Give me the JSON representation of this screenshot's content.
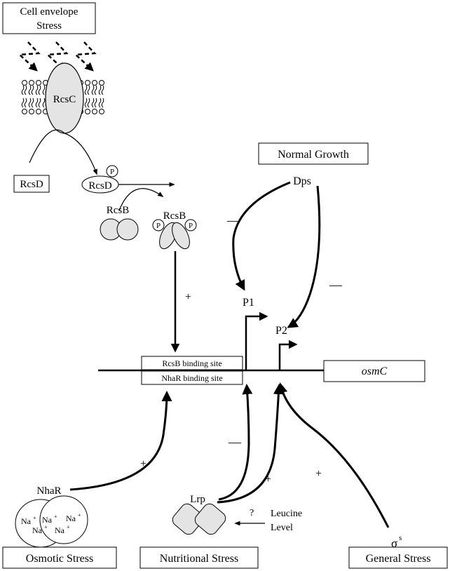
{
  "boxes": {
    "cell_envelope_line1": "Cell envelope",
    "cell_envelope_line2": "Stress",
    "normal_growth": "Normal Growth",
    "osmotic_stress": "Osmotic Stress",
    "nutritional_stress": "Nutritional Stress",
    "general_stress": "General Stress",
    "rcsd_box": "RcsD"
  },
  "proteins": {
    "rcsc": "RcsC",
    "rcsd_phos": "RcsD",
    "rcsb": "RcsB",
    "rcsb_phos": "RcsB",
    "phosphate": "P",
    "dps": "Dps",
    "nhar": "NhaR",
    "lrp": "Lrp",
    "sodium": "Na",
    "sodium_charge": "+",
    "sigma": "σ",
    "sigma_sup": "s"
  },
  "dna": {
    "rcsb_site": "RcsB binding site",
    "nhar_site": "NhaR binding site",
    "gene": "osmC",
    "p1": "P1",
    "p2": "P2"
  },
  "signs": {
    "plus": "+",
    "minus": "—",
    "question": "?"
  },
  "leucine": {
    "line1": "Leucine",
    "line2": "Level"
  }
}
